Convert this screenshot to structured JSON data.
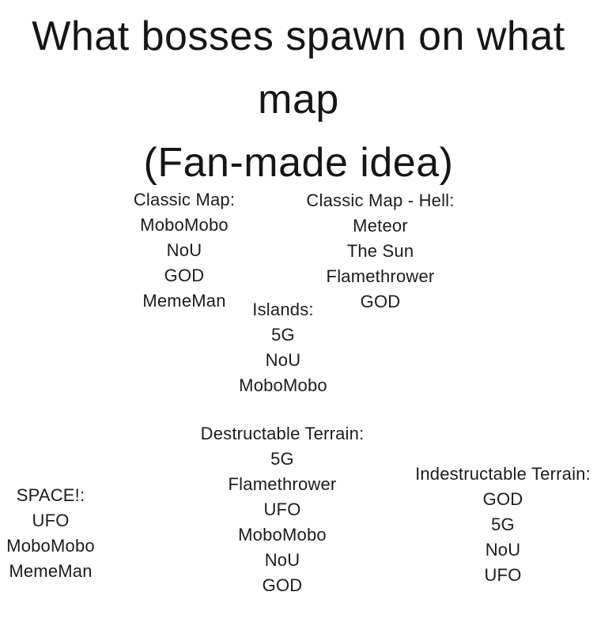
{
  "title": {
    "line1": "What bosses spawn on what",
    "line2": "map",
    "line3": "(Fan-made idea)"
  },
  "sections": [
    {
      "id": "classic-map",
      "heading": "Classic Map:",
      "items": [
        "MoboMobo",
        "NoU",
        "GOD",
        "MemeMan"
      ]
    },
    {
      "id": "classic-map-hell",
      "heading": "Classic Map - Hell:",
      "items": [
        "Meteor",
        "The Sun",
        "Flamethrower",
        "GOD"
      ]
    },
    {
      "id": "islands",
      "heading": "Islands:",
      "items": [
        "5G",
        "NoU",
        "MoboMobo"
      ]
    },
    {
      "id": "destructable-terrain",
      "heading": "Destructable Terrain:",
      "items": [
        "5G",
        "Flamethrower",
        "UFO",
        "MoboMobo",
        "NoU",
        "GOD"
      ]
    },
    {
      "id": "indestructable-terrain",
      "heading": "Indestructable Terrain:",
      "items": [
        "GOD",
        "5G",
        "NoU",
        "UFO"
      ]
    },
    {
      "id": "space",
      "heading": "SPACE!:",
      "items": [
        "UFO",
        "MoboMobo",
        "MemeMan"
      ]
    }
  ],
  "colors": {
    "background": "#ffffff",
    "text": "#1c1c1c"
  }
}
